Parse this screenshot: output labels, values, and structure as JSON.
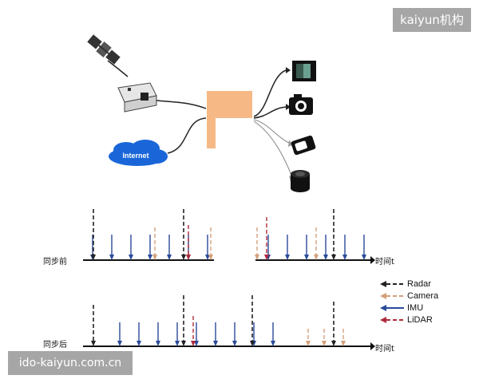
{
  "watermark_top": "kaiyun机构",
  "watermark_bottom": "ido-kaiyun.com.cn",
  "network": {
    "internet_label": "Internet",
    "hub_color": "#f6b985",
    "cloud_color": "#1a66d9"
  },
  "timeline": {
    "before_label": "同步前",
    "after_label": "同步后",
    "time_label": "时间t"
  },
  "legend": [
    {
      "label": "Radar",
      "color": "#222222",
      "style": "dashed"
    },
    {
      "label": "Camera",
      "color": "#d4a07a",
      "style": "dashed"
    },
    {
      "label": "IMU",
      "color": "#2a4a9a",
      "style": "solid"
    },
    {
      "label": "LiDAR",
      "color": "#b02a3a",
      "style": "dashed"
    }
  ],
  "colors": {
    "radar": "#222222",
    "camera": "#d4a07a",
    "imu": "#2a4a9a",
    "lidar": "#b02a3a"
  }
}
